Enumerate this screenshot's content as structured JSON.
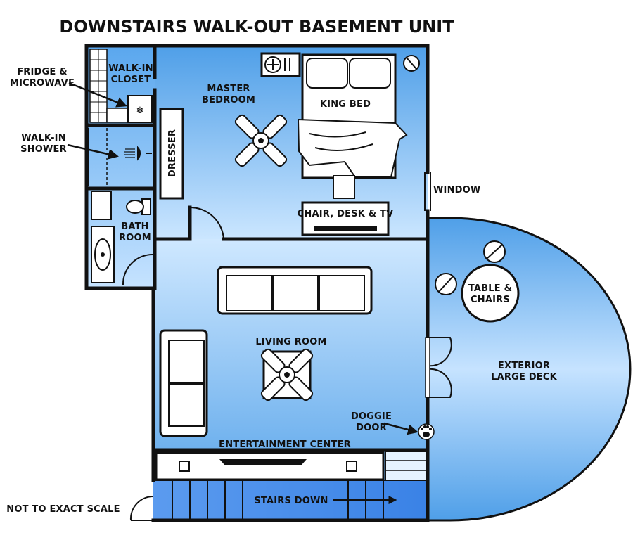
{
  "title": "DOWNSTAIRS WALK-OUT BASEMENT UNIT",
  "labels": {
    "fridge_line1": "FRIDGE &",
    "fridge_line2": "MICROWAVE",
    "closet_line1": "WALK-IN",
    "closet_line2": "CLOSET",
    "master_line1": "MASTER",
    "master_line2": "BEDROOM",
    "king_bed": "KING BED",
    "shower_line1": "WALK-IN",
    "shower_line2": "SHOWER",
    "dresser": "DRESSER",
    "window": "WINDOW",
    "chair_desk_tv": "CHAIR, DESK & TV",
    "bath_line1": "BATH",
    "bath_line2": "ROOM",
    "table_line1": "TABLE &",
    "table_line2": "CHAIRS",
    "living_room": "LIVING ROOM",
    "deck_line1": "EXTERIOR",
    "deck_line2": "LARGE DECK",
    "doggie_line1": "DOGGIE",
    "doggie_line2": "DOOR",
    "entertainment": "ENTERTAINMENT CENTER",
    "stairs_down": "STAIRS DOWN",
    "scale_note": "NOT TO EXACT SCALE"
  },
  "icons": [
    "ceiling-fan-icon",
    "paw-icon",
    "arrow-icon",
    "sink-icon",
    "toilet-icon",
    "shower-head-icon"
  ],
  "colors": {
    "floor_dark": "#4f9fe8",
    "floor_light": "#d4ecff",
    "stairs": "#5598ec",
    "wall": "#111111"
  }
}
